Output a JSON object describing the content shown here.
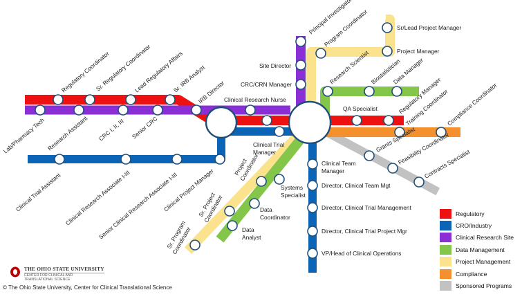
{
  "colors": {
    "regulatory": "#ee1111",
    "cro": "#0b64b5",
    "site": "#8a2fd6",
    "data": "#84c64a",
    "pm": "#fbe38d",
    "compliance": "#f4902e",
    "sponsored": "#c2c2c2"
  },
  "stations": {
    "lab_pharmacy_tech": "Lab/Pharmacy Tech",
    "regulatory_coordinator": "Regulatory Coordinator",
    "research_assistant": "Research Assistant",
    "sr_regulatory_coordinator": "Sr. Regulatory Coordinator",
    "crc_levels": "CRC I, II, III",
    "lead_regulatory_affairs": "Lead Regulatory Affairs",
    "senior_crc": "Senior CRC",
    "sr_irb_analyst": "Sr. IRB Analyst",
    "irb_director": "IRB Director",
    "clinical_research_nurse": "Clinical Research Nurse",
    "clinical_trial_assistant": "Clinical Trial Assistant",
    "clinical_research_associate": "Clinical Research Associate I-III",
    "senior_clinical_research_associate": "Senior Clinical Research Associate I-III",
    "clinical_project_manager": "Clinical Project Manager",
    "principal_investigator": "Principal Investigator",
    "program_coordinator": "Program Coordinator",
    "site_director": "Site Director",
    "crc_crn_manager": "CRC/CRN Manager",
    "sr_lead_project_manager": "Sr/Lead Project Manager",
    "project_manager": "Project Manager",
    "research_scientist": "Research Scientist",
    "biostatistician": "Biostatistician",
    "data_manager": "Data Manager",
    "qa_specialist": "QA Specialist",
    "regulatory_manager": "Regulatory Manager",
    "training_coordinator": "Training Coordinator",
    "compliance_coordinator": "Compliance Coordinator",
    "clinical_trial_manager_1": "Clinical Trial",
    "clinical_trial_manager_2": "Manager",
    "grants_specialist": "Grants Specialist",
    "feasibility_coordinator": "Feasibility Coordinator",
    "contracts_specialist": "Contracts Specialist",
    "clinical_team_manager_1": "Clinical Team",
    "clinical_team_manager_2": "Manager",
    "director_clinical_team_mgt": "Director, Clinical Team Mgt",
    "director_clinical_trial_management": "Director, Clinical Trial Management",
    "director_clinical_trial_project_mgr": "Director, Clinical Trial Project Mgr",
    "vp_head_clinical_operations": "VP/Head of Clinical Operations",
    "systems_specialist_1": "Systems",
    "systems_specialist_2": "Specialist",
    "project_coordinator_1": "Project",
    "project_coordinator_2": "Coordinator",
    "data_coordinator_1": "Data",
    "data_coordinator_2": "Coordinator",
    "sr_project_coordinator_1": "Sr. Project",
    "sr_project_coordinator_2": "Coordinator",
    "data_analyst_1": "Data",
    "data_analyst_2": "Analyst",
    "sr_program_coordinator_1": "Sr. Program",
    "sr_program_coordinator_2": "Coordinator"
  },
  "legend": [
    {
      "label": "Regulatory",
      "color": "#ee1111"
    },
    {
      "label": "CRO/Industry",
      "color": "#0b64b5"
    },
    {
      "label": "Clinical Research Site",
      "color": "#8a2fd6"
    },
    {
      "label": "Data Management",
      "color": "#84c64a"
    },
    {
      "label": "Project Management",
      "color": "#fbe38d"
    },
    {
      "label": "Compliance",
      "color": "#f4902e"
    },
    {
      "label": "Sponsored  Programs",
      "color": "#c2c2c2"
    }
  ],
  "footer": {
    "university": "THE OHIO STATE UNIVERSITY",
    "center_line1": "CENTER FOR CLINICAL AND",
    "center_line2": "TRANSLATIONAL SCIENCE",
    "copyright": "© The Ohio State University, Center for Clinical Translational Science"
  }
}
